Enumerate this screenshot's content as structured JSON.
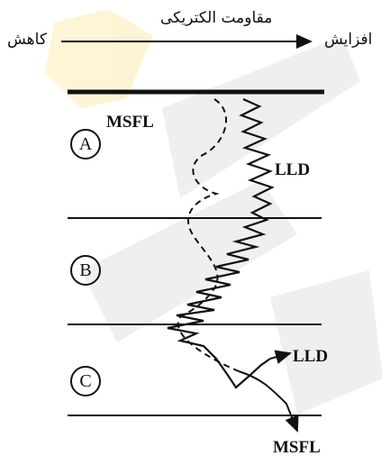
{
  "scale": {
    "title": "مقاومت الکتریکی",
    "increase": "افزایش",
    "decrease": "کاهش"
  },
  "zones": [
    "A",
    "B",
    "C"
  ],
  "curves": {
    "msfl_top": "MSFL",
    "lld_top": "LLD",
    "lld_bottom": "LLD",
    "msfl_bottom": "MSFL"
  },
  "colors": {
    "line": "#111111",
    "watermark": "#f2c200",
    "watermark_gray": "#9e9e9e"
  }
}
